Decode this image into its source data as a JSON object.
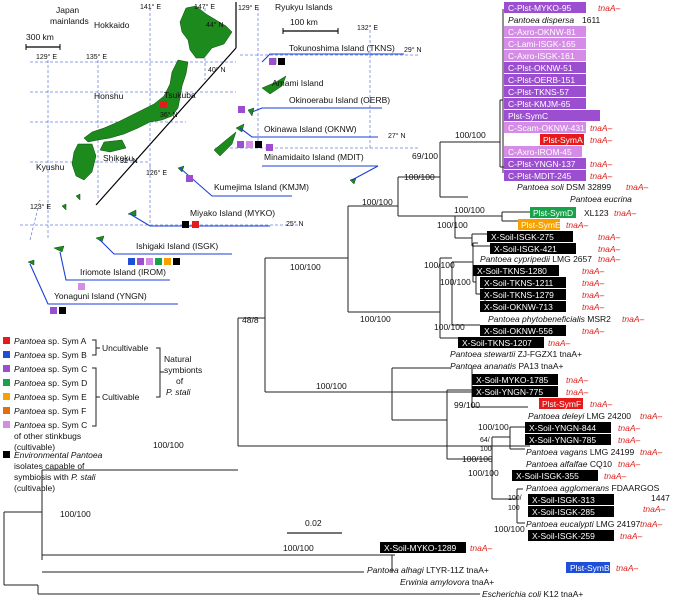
{
  "colors": {
    "symA": "#e51a1a",
    "symB": "#1f4fd8",
    "symC": "#9b4fd0",
    "symD": "#19a24a",
    "symE": "#f5a200",
    "symF": "#e06f14",
    "symC_other": "#d58ce6",
    "env": "#000000",
    "land": "#1c8a1c",
    "grid": "#1a3fd6",
    "tnaMinus": "#e0201b"
  },
  "map": {
    "japan_title": "Japan\nmainlands",
    "japan_title_l1": "Japan",
    "japan_title_l2": "mainlands",
    "ryukyu_title": "Ryukyu Islands",
    "scale_japan": "300 km",
    "scale_ryukyu": "100 km",
    "regions": {
      "hokkaido": "Hokkaido",
      "honshu": "Honshu",
      "shikoku": "Shikoku",
      "kyushu": "Kyushu"
    },
    "coords": {
      "e141": "141° E",
      "e147": "147° E",
      "n44": "44° N",
      "e129a": "129° E",
      "e135": "135° E",
      "n40": "40° N",
      "n36": "36° N",
      "e129b": "129° E",
      "n32": "32° N",
      "e126": "126° E",
      "e123": "123° E",
      "e129r": "129° E",
      "e132r": "132° E",
      "n29r": "29° N",
      "n27r": "27° N",
      "n25r": "25° N"
    },
    "sites": {
      "tsukuba": "Tsukuba",
      "tkns": "Tokunoshima Island (TKNS)",
      "amami": "Amami Island",
      "oerb": "Okinoerabu Island (OERB)",
      "oknw": "Okinawa Island (OKNW)",
      "mdit": "Minamidaito Island (MDIT)",
      "kmjm": "Kumejima Island (KMJM)",
      "myko": "Miyako Island (MYKO)",
      "isgk": "Ishigaki Island (ISGK)",
      "irom": "Iriomote Island (IROM)",
      "yngn": "Yonaguni Island (YNGN)"
    }
  },
  "legend": {
    "items": [
      {
        "genus": "Pantoea",
        "rest": " sp. Sym A"
      },
      {
        "genus": "Pantoea",
        "rest": " sp. Sym B"
      },
      {
        "genus": "Pantoea",
        "rest": " sp. Sym C"
      },
      {
        "genus": "Pantoea",
        "rest": " sp. Sym D"
      },
      {
        "genus": "Pantoea",
        "rest": " sp. Sym E"
      },
      {
        "genus": "Pantoea",
        "rest": " sp. Sym F"
      },
      {
        "genus": "Pantoea",
        "rest": " sp. Sym C"
      }
    ],
    "other_stinkbugs_l1": "of other stinkbugs",
    "other_stinkbugs_l2": "(cultivable)",
    "uncultivable": "Uncultivable",
    "cultivable": "Cultivable",
    "natural_l1": "Natural",
    "natural_l2": "symbionts",
    "natural_l3": "of",
    "natural_l4": "P. stali",
    "env_l1_italic": "Environmental Pantoea",
    "env_l2": "isolates capable of",
    "env_l3_pre": "symbiosis with ",
    "env_l3_italic": "P. stali",
    "env_l4": "(cultivable)"
  },
  "tree": {
    "scale_bar": "0.02",
    "tna_minus": "tnaA–",
    "tna_plus": "tnaA+",
    "support": {
      "s100_c": "100/100",
      "s69": "69/100",
      "s100_top": "100/100",
      "s100_e": "100/100",
      "s100_d": "100/100",
      "s100_m": "100/100",
      "s100_x1": "100/100",
      "s100_x2": "100/100",
      "s48": "48/8",
      "s100_bot": "100/100",
      "s100_root": "100/100",
      "s100_grp": "100/100",
      "s99": "99/100",
      "s100_dl": "100/100",
      "s64": "64/",
      "s100_64": "100",
      "s100_vag": "100/100",
      "s100_al": "100/100",
      "s100_ag": "100/",
      "s100_ag2": "100",
      "s100_ag3": "100/100",
      "s100_my": "100/100",
      "s100_tk": "100/100"
    },
    "symC_leaves": [
      "C-Plst-MYKO-95",
      "C-Axro-OKNW-81",
      "C-Lami-ISGK-165",
      "C-Axro-ISGK-161",
      "C-Plst-OKNW-51",
      "C-Plst-OERB-151",
      "C-Plst-TKNS-57",
      "C-Plst-KMJM-65",
      "Plst-SymC",
      "C-Scam-OKNW-431",
      "C-Axro-IROM-45",
      "C-Plst-YNGN-137",
      "C-Plst-MDIT-245"
    ],
    "symC_tna": [
      "tnaA–",
      "",
      "",
      "",
      "",
      "",
      "",
      "",
      "",
      "tnaA–",
      "",
      "tnaA–",
      "tnaA–"
    ],
    "leaves": {
      "p_dispersa_i": "Pantoea dispersa",
      "p_dispersa_n": " 1611",
      "plst_syma": "Plst-SymA",
      "p_soli_i": "Pantoea soli",
      "p_soli_n": " DSM 32899",
      "p_eucrina_i": "Pantoea eucrina",
      "plst_symd": "Plst-SymD",
      "xl123": "XL123",
      "plst_syme": "Plst-SymE",
      "x_isgk_275": "X-Soil-ISGK-275",
      "x_isgk_421": "X-Soil-ISGK-421",
      "p_cypripedii_i": "Pantoea cypripedii",
      "p_cypripedii_n": " LMG 2657",
      "x_tkns_1280": "X-Soil-TKNS-1280",
      "x_tkns_1211": "X-Soil-TKNS-1211",
      "x_tkns_1279": "X-Soil-TKNS-1279",
      "x_oknw_713": "X-Soil-OKNW-713",
      "p_phyto_i": "Pantoea phytobeneficialis",
      "p_phyto_n": " MSR2",
      "x_oknw_556": "X-Soil-OKNW-556",
      "x_tkns_1207": "X-Soil-TKNS-1207",
      "p_stewartii_i": "Pantoea stewartii",
      "p_stewartii_n": " ZJ-FGZX1 tnaA+",
      "p_ananatis_i": "Pantoea ananatis",
      "p_ananatis_n": " PA13 tnaA+",
      "x_myko_1785": "X-Soil-MYKO-1785",
      "x_yngn_775": "X-Soil-YNGN-775",
      "plst_symf": "Plst-SymF",
      "p_deleyi_i": "Pantoea deleyi",
      "p_deleyi_n": " LMG 24200",
      "x_yngn_844": "X-Soil-YNGN-844",
      "x_yngn_785": "X-Soil-YNGN-785",
      "p_vagans_i": "Pantoea vagans",
      "p_vagans_n": " LMG 24199",
      "p_alfalfae_i": "Pantoea alfalfae",
      "p_alfalfae_n": " CQ10",
      "x_isgk_355": "X-Soil-ISGK-355",
      "p_agglo_i": "Pantoea agglomerans",
      "p_agglo_n": " FDAARGOS",
      "p_agglo_n2": "1447",
      "x_isgk_313": "X-Soil-ISGK-313",
      "x_isgk_285": "X-Soil-ISGK-285",
      "p_eucalypti_i": "Pantoea eucalypti",
      "p_eucalypti_n": " LMG 24197",
      "x_isgk_259": "X-Soil-ISGK-259",
      "x_myko_1289": "X-Soil-MYKO-1289",
      "plst_symb": "Plst-SymB",
      "p_alhagi_i": "Pantoea alhagi",
      "p_alhagi_n": " LTYR-11Z tnaA+",
      "erwinia_i": "Erwinia amylovora",
      "erwinia_n": " tnaA+",
      "ecoli_i": "Escherichia coli",
      "ecoli_n": " K12 tnaA+"
    }
  }
}
